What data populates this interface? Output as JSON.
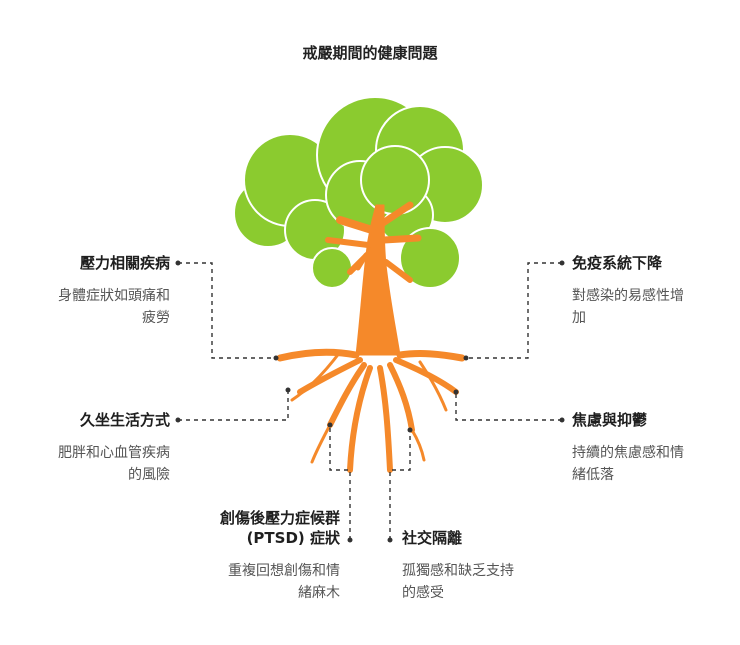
{
  "title": "戒嚴期間的健康問題",
  "colors": {
    "foliage": "#8bcb2f",
    "foliage_outline": "#ffffff",
    "trunk": "#f5892a",
    "connector": "#333333"
  },
  "items": [
    {
      "heading": "壓力相關疾病",
      "description": "身體症狀如頭痛和\n疲勞"
    },
    {
      "heading": "久坐生活方式",
      "description": "肥胖和心血管疾病\n的風險"
    },
    {
      "heading": "創傷後壓力症候群\n(PTSD) 症狀",
      "description": "重複回想創傷和情\n緒麻木"
    },
    {
      "heading": "社交隔離",
      "description": "孤獨感和缺乏支持\n的感受"
    },
    {
      "heading": "免疫系統下降",
      "description": "對感染的易感性增\n加"
    },
    {
      "heading": "焦慮與抑鬱",
      "description": "持續的焦慮感和情\n緒低落"
    }
  ]
}
